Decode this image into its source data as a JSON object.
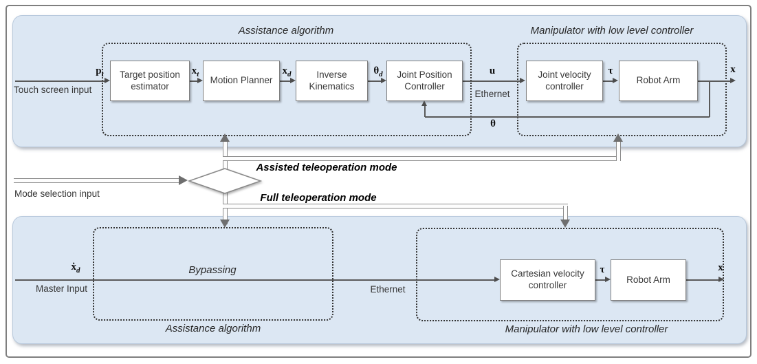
{
  "colors": {
    "panel_bg": "#dce7f3",
    "panel_border": "#b7c8dc",
    "box_border": "#7f7f7f",
    "flow_line": "#595959",
    "mode_pipe": "#8c8c8c"
  },
  "top": {
    "assistance_title": "Assistance algorithm",
    "manipulator_title": "Manipulator with low level controller",
    "input_caption": "Touch screen input",
    "ethernet_label": "Ethernet",
    "blocks": {
      "target_estimator": "Target position estimator",
      "motion_planner": "Motion Planner",
      "inverse_kinematics": "Inverse Kinematics",
      "joint_position_controller": "Joint Position Controller",
      "joint_velocity_controller": "Joint velocity controller",
      "robot_arm": "Robot Arm"
    },
    "signals": {
      "pt": {
        "base": "p",
        "sub": "t"
      },
      "xt": {
        "base": "x",
        "sub": "t"
      },
      "xd": {
        "base": "x",
        "sub": "d"
      },
      "theta_d": {
        "base": "θ",
        "sub": "d"
      },
      "u": {
        "base": "u",
        "sub": ""
      },
      "tau": {
        "base": "τ",
        "sub": ""
      },
      "x_out": {
        "base": "x",
        "sub": ""
      },
      "theta_fb": {
        "base": "θ",
        "sub": ""
      }
    }
  },
  "mode_selector": {
    "input_caption": "Mode selection input",
    "assisted_label": "Assisted teleoperation mode",
    "full_label": "Full teleoperation mode"
  },
  "bottom": {
    "assistance_title": "Assistance algorithm",
    "manipulator_title": "Manipulator with low level controller",
    "bypassing_label": "Bypassing",
    "input_caption": "Master Input",
    "ethernet_label": "Ethernet",
    "blocks": {
      "cartesian_velocity_controller": "Cartesian velocity controller",
      "robot_arm": "Robot Arm"
    },
    "signals": {
      "xdot_d": {
        "base": "ẋ",
        "sub": "d"
      },
      "tau": {
        "base": "τ",
        "sub": ""
      },
      "x_out": {
        "base": "x",
        "sub": ""
      }
    }
  }
}
